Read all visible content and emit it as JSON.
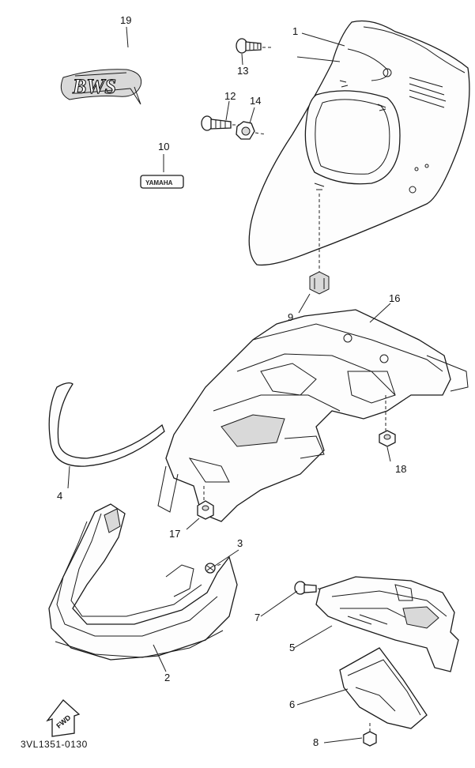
{
  "diagram": {
    "document_code": "3VL1351-0130",
    "callouts": [
      {
        "id": "c1",
        "text": "1"
      },
      {
        "id": "c2",
        "text": "2"
      },
      {
        "id": "c3",
        "text": "3"
      },
      {
        "id": "c4",
        "text": "4"
      },
      {
        "id": "c5",
        "text": "5"
      },
      {
        "id": "c6",
        "text": "6"
      },
      {
        "id": "c7",
        "text": "7"
      },
      {
        "id": "c8",
        "text": "8"
      },
      {
        "id": "c9",
        "text": "9"
      },
      {
        "id": "c10",
        "text": "10"
      },
      {
        "id": "c12",
        "text": "12"
      },
      {
        "id": "c13",
        "text": "13"
      },
      {
        "id": "c14",
        "text": "14"
      },
      {
        "id": "c16",
        "text": "16"
      },
      {
        "id": "c17",
        "text": "17"
      },
      {
        "id": "c18",
        "text": "18"
      },
      {
        "id": "c19",
        "text": "19"
      }
    ],
    "emblem_text": "BWS",
    "badge_text": "YAMAHA",
    "direction_arrow_text": "FWD"
  }
}
